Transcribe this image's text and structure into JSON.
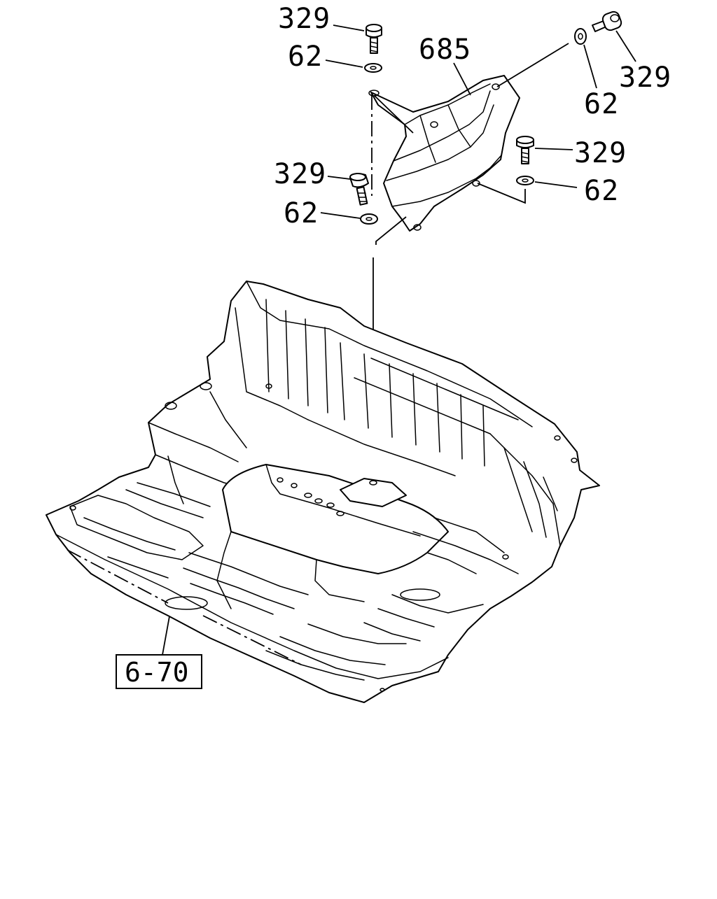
{
  "diagram": {
    "callouts": {
      "bolt_top_left": "329",
      "washer_top_left": "62",
      "bracket": "685",
      "bolt_top_right": "329",
      "washer_top_right": "62",
      "bolt_mid_right": "329",
      "washer_mid_right": "62",
      "bolt_mid_left": "329",
      "washer_mid_left": "62"
    },
    "reference_box": "6-70"
  }
}
